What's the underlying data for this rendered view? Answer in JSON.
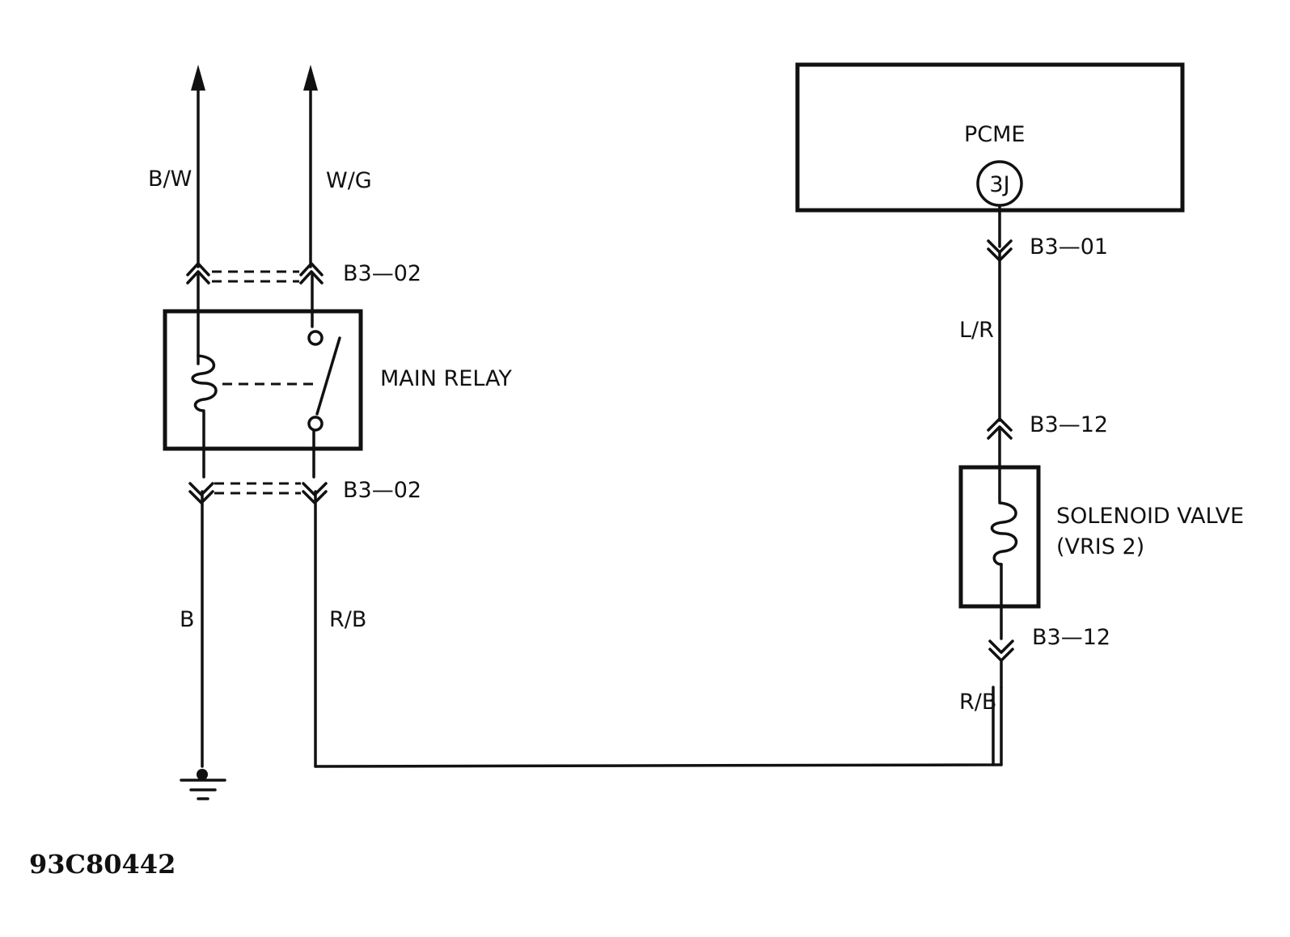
{
  "components": {
    "pcme": {
      "label": "PCME",
      "terminal": "3J"
    },
    "main_relay": {
      "label": "MAIN RELAY"
    },
    "solenoid": {
      "label_line1": "SOLENOID VALVE",
      "label_line2": "(VRIS 2)"
    }
  },
  "wires": {
    "bw": "B/W",
    "wg": "W/G",
    "b": "B",
    "rb_left": "R/B",
    "lr": "L/R",
    "rb_right": "R/B"
  },
  "connectors": {
    "relay_top": "B3—02",
    "relay_bottom": "B3—02",
    "pcme_out": "B3—01",
    "solenoid_top": "B3—12",
    "solenoid_bottom": "B3—12"
  },
  "figure_id": "93C80442"
}
